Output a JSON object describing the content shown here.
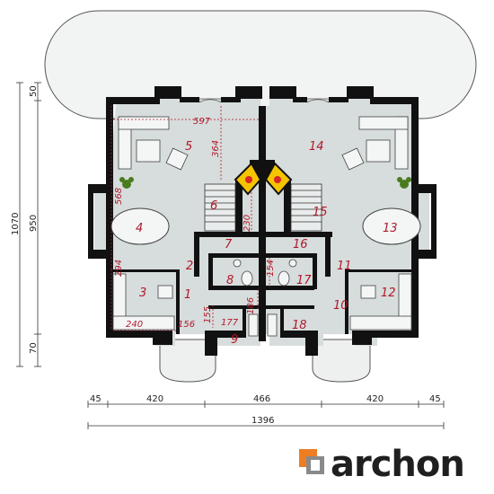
{
  "rooms": {
    "r1": "1",
    "r2": "2",
    "r3": "3",
    "r4": "4",
    "r5": "5",
    "r6": "6",
    "r7": "7",
    "r8": "8",
    "r9": "9",
    "r10": "10",
    "r11": "11",
    "r12": "12",
    "r13": "13",
    "r14": "14",
    "r15": "15",
    "r16": "16",
    "r17": "17",
    "r18": "18"
  },
  "interior_dims": {
    "d597": "597",
    "d364": "364",
    "d568": "568",
    "d230": "230",
    "d294": "294",
    "d154": "154",
    "d186": "186",
    "d155": "155",
    "d177": "177",
    "d156": "156",
    "d240": "240"
  },
  "exterior_dims": {
    "left_50": "50",
    "left_950": "950",
    "left_1070": "1070",
    "left_70": "70",
    "bottom_45a": "45",
    "bottom_420a": "420",
    "bottom_466": "466",
    "bottom_420b": "420",
    "bottom_45b": "45",
    "bottom_total": "1396"
  },
  "logo": {
    "text": "archon",
    "colors": {
      "orange": "#ef7d22",
      "gray": "#8a8a8a",
      "dark": "#1f1f1f"
    }
  },
  "colors": {
    "wall": "#111111",
    "floor": "#d7dcdc",
    "terrace": "#eef0f0",
    "accent": "#b0182a",
    "fire": "#f5c400"
  }
}
